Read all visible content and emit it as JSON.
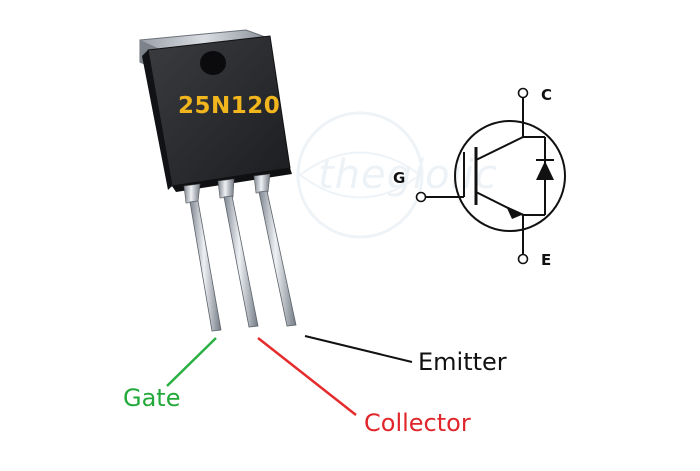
{
  "package": {
    "part_number": "25N120"
  },
  "watermark": {
    "text": "thegioiic"
  },
  "leads": [
    {
      "label": "Gate",
      "color": "#22a93a"
    },
    {
      "label": "Collector",
      "color": "#e0262a"
    },
    {
      "label": "Emitter",
      "color": "#111111"
    }
  ],
  "symbol": {
    "type": "IGBT with anti-parallel diode",
    "pins": {
      "collector": "C",
      "gate": "G",
      "emitter": "E"
    }
  }
}
